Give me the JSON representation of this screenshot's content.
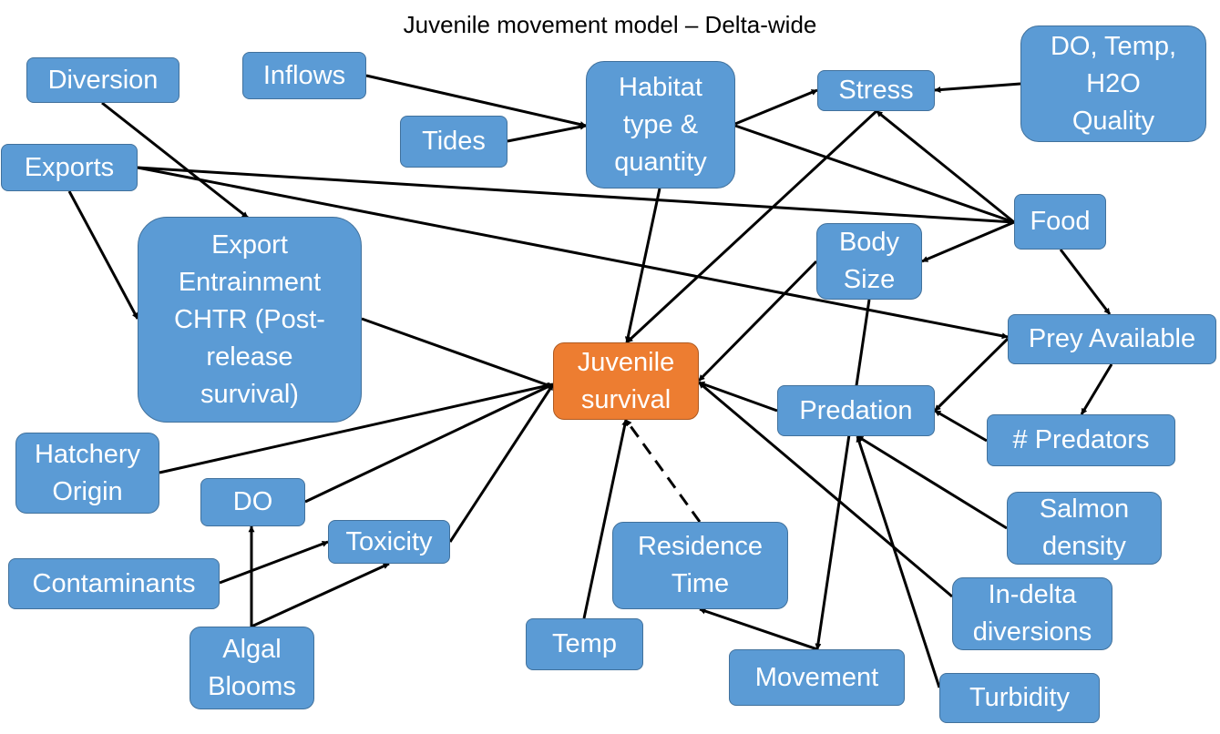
{
  "title": "Juvenile movement model – Delta-wide",
  "colors": {
    "node_fill": "#5b9bd5",
    "node_border": "#41719c",
    "focus_fill": "#ed7d31",
    "edge": "#000000"
  },
  "nodes": {
    "diversion": "Diversion",
    "inflows": "Inflows",
    "tides": "Tides",
    "habitat": "Habitat\ntype &\nquantity",
    "stress": "Stress",
    "do_temp": "DO, Temp,\nH2O\nQuality",
    "exports": "Exports",
    "export_entrainment": "Export\nEntrainment\nCHTR (Post-\nrelease\nsurvival)",
    "food": "Food",
    "body_size": "Body\nSize",
    "prey_available": "Prey Available",
    "juvenile_survival": "Juvenile\nsurvival",
    "predation": "Predation",
    "predators": "# Predators",
    "hatchery_origin": "Hatchery\nOrigin",
    "do": "DO",
    "toxicity": "Toxicity",
    "contaminants": "Contaminants",
    "residence_time": "Residence\nTime",
    "salmon_density": "Salmon\ndensity",
    "in_delta_diversions": "In-delta\ndiversions",
    "algal_blooms": "Algal\nBlooms",
    "temp": "Temp",
    "movement": "Movement",
    "turbidity": "Turbidity"
  },
  "edges": [
    {
      "from": "diversion",
      "to": "export_entrainment",
      "style": "solid"
    },
    {
      "from": "exports",
      "to": "export_entrainment",
      "style": "solid"
    },
    {
      "from": "exports",
      "to": "food",
      "style": "solid"
    },
    {
      "from": "exports",
      "to": "prey_available",
      "style": "solid"
    },
    {
      "from": "inflows",
      "to": "habitat",
      "style": "solid"
    },
    {
      "from": "tides",
      "to": "habitat",
      "style": "solid"
    },
    {
      "from": "habitat",
      "to": "stress",
      "style": "solid"
    },
    {
      "from": "habitat",
      "to": "food",
      "style": "solid"
    },
    {
      "from": "habitat",
      "to": "juvenile_survival",
      "style": "solid"
    },
    {
      "from": "do_temp",
      "to": "stress",
      "style": "solid"
    },
    {
      "from": "stress",
      "to": "juvenile_survival",
      "style": "solid"
    },
    {
      "from": "food",
      "to": "stress",
      "style": "solid"
    },
    {
      "from": "food",
      "to": "body_size",
      "style": "solid"
    },
    {
      "from": "food",
      "to": "prey_available",
      "style": "solid"
    },
    {
      "from": "body_size",
      "to": "juvenile_survival",
      "style": "solid"
    },
    {
      "from": "body_size",
      "to": "movement",
      "style": "solid"
    },
    {
      "from": "prey_available",
      "to": "predation",
      "style": "solid"
    },
    {
      "from": "prey_available",
      "to": "predators",
      "style": "solid"
    },
    {
      "from": "predators",
      "to": "predation",
      "style": "solid"
    },
    {
      "from": "predation",
      "to": "juvenile_survival",
      "style": "solid"
    },
    {
      "from": "salmon_density",
      "to": "predation",
      "style": "solid"
    },
    {
      "from": "turbidity",
      "to": "predation",
      "style": "solid"
    },
    {
      "from": "in_delta_diversions",
      "to": "juvenile_survival",
      "style": "solid"
    },
    {
      "from": "export_entrainment",
      "to": "juvenile_survival",
      "style": "solid"
    },
    {
      "from": "hatchery_origin",
      "to": "juvenile_survival",
      "style": "solid"
    },
    {
      "from": "do",
      "to": "juvenile_survival",
      "style": "solid"
    },
    {
      "from": "toxicity",
      "to": "juvenile_survival",
      "style": "solid"
    },
    {
      "from": "contaminants",
      "to": "toxicity",
      "style": "solid"
    },
    {
      "from": "algal_blooms",
      "to": "do",
      "style": "solid"
    },
    {
      "from": "algal_blooms",
      "to": "toxicity",
      "style": "solid"
    },
    {
      "from": "temp",
      "to": "juvenile_survival",
      "style": "solid"
    },
    {
      "from": "residence_time",
      "to": "juvenile_survival",
      "style": "dashed"
    },
    {
      "from": "movement",
      "to": "residence_time",
      "style": "solid"
    }
  ]
}
